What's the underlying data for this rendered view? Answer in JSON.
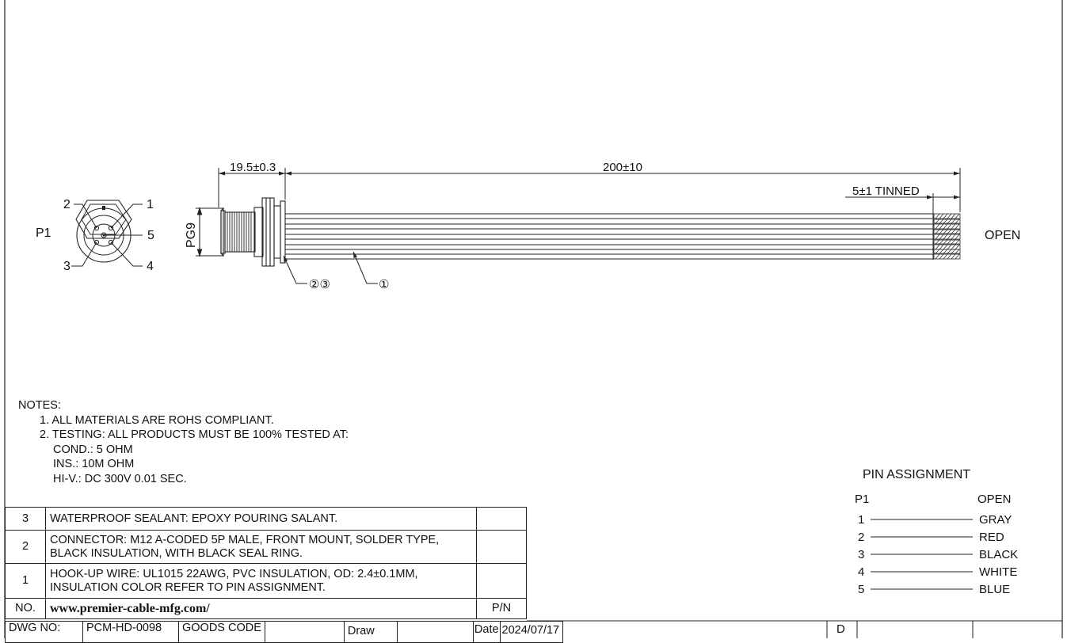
{
  "connector_view": {
    "label": "P1",
    "pins": [
      "1",
      "2",
      "3",
      "4",
      "5"
    ]
  },
  "dimensions": {
    "connector_length": "19.5±0.3",
    "cable_length": "200±10",
    "tinned_length": "5±1 TINNED",
    "thread": "PG9",
    "open_end": "OPEN"
  },
  "callouts": {
    "connector": "②③",
    "wire": "①"
  },
  "notes": {
    "heading": "NOTES:",
    "line1": "1. ALL MATERIALS ARE ROHS COMPLIANT.",
    "line2": "2. TESTING: ALL PRODUCTS MUST BE 100% TESTED AT:",
    "cond": "COND.: 5 OHM",
    "ins": "INS.: 10M OHM",
    "hiv": "HI-V.: DC 300V 0.01 SEC."
  },
  "bom": {
    "rows": [
      {
        "no": "3",
        "desc1": "WATERPROOF SEALANT: EPOXY POURING SALANT.",
        "desc2": ""
      },
      {
        "no": "2",
        "desc1": "CONNECTOR: M12 A-CODED 5P MALE, FRONT MOUNT, SOLDER TYPE,",
        "desc2": "BLACK INSULATION, WITH BLACK SEAL RING."
      },
      {
        "no": "1",
        "desc1": "HOOK-UP WIRE: UL1015 22AWG, PVC INSULATION, OD: 2.4±0.1MM,",
        "desc2": "INSULATION COLOR REFER TO PIN  ASSIGNMENT."
      }
    ],
    "header_no": "NO.",
    "website": "www.premier-cable-mfg.com/",
    "header_pn": "P/N"
  },
  "title_block": {
    "dwg_no_label": "DWG NO:",
    "dwg_no": "PCM-HD-0098",
    "goods_code_label": "GOODS CODE",
    "draw_label": "Draw",
    "date_label": "Date",
    "date": "2024/07/17",
    "rev": "D"
  },
  "pin_assignment": {
    "title": "PIN  ASSIGNMENT",
    "col_left": "P1",
    "col_right": "OPEN",
    "rows": [
      {
        "pin": "1",
        "color": "GRAY"
      },
      {
        "pin": "2",
        "color": "RED"
      },
      {
        "pin": "3",
        "color": "BLACK"
      },
      {
        "pin": "4",
        "color": "WHITE"
      },
      {
        "pin": "5",
        "color": "BLUE"
      }
    ]
  }
}
